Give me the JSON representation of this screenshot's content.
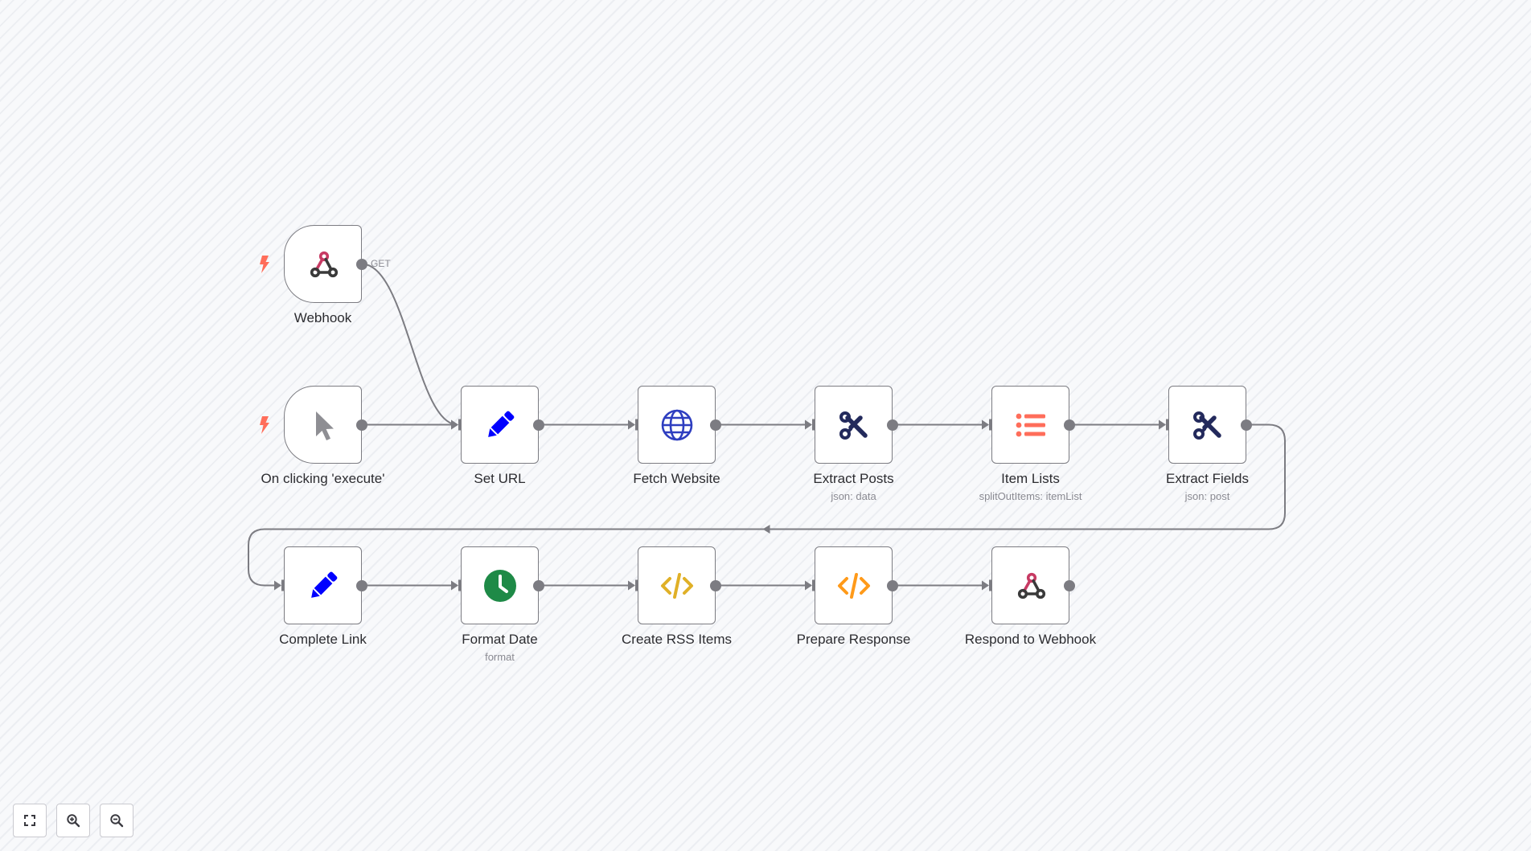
{
  "canvas": {
    "nodes": [
      {
        "id": "webhook",
        "label": "Webhook",
        "sublabel": "",
        "icon": "webhook-icon",
        "trigger": true
      },
      {
        "id": "manual",
        "label": "On clicking 'execute'",
        "sublabel": "",
        "icon": "cursor-icon",
        "trigger": true
      },
      {
        "id": "set_url",
        "label": "Set URL",
        "sublabel": "",
        "icon": "pencil-icon",
        "trigger": false
      },
      {
        "id": "fetch",
        "label": "Fetch Website",
        "sublabel": "",
        "icon": "globe-icon",
        "trigger": false
      },
      {
        "id": "extract_posts",
        "label": "Extract Posts",
        "sublabel": "json: data",
        "icon": "html-extract-icon",
        "trigger": false
      },
      {
        "id": "item_lists",
        "label": "Item Lists",
        "sublabel": "splitOutItems: itemList",
        "icon": "list-icon",
        "trigger": false
      },
      {
        "id": "extract_fields",
        "label": "Extract Fields",
        "sublabel": "json: post",
        "icon": "html-extract-icon",
        "trigger": false
      },
      {
        "id": "complete_link",
        "label": "Complete Link",
        "sublabel": "",
        "icon": "pencil-icon",
        "trigger": false
      },
      {
        "id": "format_date",
        "label": "Format Date",
        "sublabel": "format",
        "icon": "clock-icon",
        "trigger": false
      },
      {
        "id": "create_rss",
        "label": "Create RSS Items",
        "sublabel": "",
        "icon": "code-icon",
        "trigger": false
      },
      {
        "id": "prepare_response",
        "label": "Prepare Response",
        "sublabel": "",
        "icon": "code-icon",
        "trigger": false
      },
      {
        "id": "respond",
        "label": "Respond to Webhook",
        "sublabel": "",
        "icon": "webhook-icon",
        "trigger": false
      }
    ],
    "edges": [
      {
        "from": "webhook",
        "to": "set_url",
        "label": "GET"
      },
      {
        "from": "manual",
        "to": "set_url",
        "label": ""
      },
      {
        "from": "set_url",
        "to": "fetch",
        "label": ""
      },
      {
        "from": "fetch",
        "to": "extract_posts",
        "label": ""
      },
      {
        "from": "extract_posts",
        "to": "item_lists",
        "label": ""
      },
      {
        "from": "item_lists",
        "to": "extract_fields",
        "label": ""
      },
      {
        "from": "extract_fields",
        "to": "complete_link",
        "label": ""
      },
      {
        "from": "complete_link",
        "to": "format_date",
        "label": ""
      },
      {
        "from": "format_date",
        "to": "create_rss",
        "label": ""
      },
      {
        "from": "create_rss",
        "to": "prepare_response",
        "label": ""
      },
      {
        "from": "prepare_response",
        "to": "respond",
        "label": ""
      }
    ]
  },
  "controls": {
    "buttons": [
      {
        "name": "fit-view-button",
        "icon": "fit-view-icon"
      },
      {
        "name": "zoom-in-button",
        "icon": "zoom-in-icon"
      },
      {
        "name": "zoom-out-button",
        "icon": "zoom-out-icon"
      }
    ]
  },
  "colors": {
    "background": "#f8f9fb",
    "node_border": "#7c7c82",
    "edge": "#7c7c82",
    "trigger_bolt": "#ff6d5a",
    "webhook_red": "#c73a63",
    "webhook_dark": "#3a3a3a",
    "pencil_blue": "#0000ff",
    "globe_blue": "#2e3ec0",
    "extract_navy": "#232a5c",
    "list_red": "#ff6d5a",
    "clock_green": "#1e8a47",
    "code_yellow": "#e0b027",
    "code_orange": "#ff9a1a"
  }
}
